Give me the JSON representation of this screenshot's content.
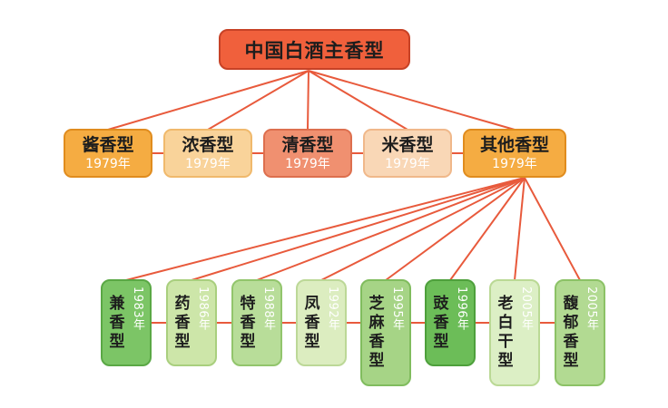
{
  "root": {
    "label": "中国白酒主香型"
  },
  "primary": [
    {
      "name": "酱香型",
      "year": "1979年",
      "fill": "#f5ac42",
      "border": "#e08c1e"
    },
    {
      "name": "浓香型",
      "year": "1979年",
      "fill": "#f9d39a",
      "border": "#f0b96c"
    },
    {
      "name": "清香型",
      "year": "1979年",
      "fill": "#f09070",
      "border": "#dd6f4e"
    },
    {
      "name": "米香型",
      "year": "1979年",
      "fill": "#f9d7b6",
      "border": "#f0b88a"
    },
    {
      "name": "其他香型",
      "year": "1979年",
      "fill": "#f5ac42",
      "border": "#e08c1e"
    }
  ],
  "secondary": [
    {
      "name": "兼香型",
      "year": "1983年",
      "fill": "#7cc566",
      "border": "#5aa845"
    },
    {
      "name": "药香型",
      "year": "1986年",
      "fill": "#cde6a9",
      "border": "#a9cf7e"
    },
    {
      "name": "特香型",
      "year": "1988年",
      "fill": "#b8dd99",
      "border": "#92c56c"
    },
    {
      "name": "凤香型",
      "year": "1992年",
      "fill": "#dcedc0",
      "border": "#bcd897"
    },
    {
      "name": "芝麻香型",
      "year": "1995年",
      "fill": "#a6d486",
      "border": "#80bc5e"
    },
    {
      "name": "豉香型",
      "year": "1996年",
      "fill": "#6cbd58",
      "border": "#4ea03c"
    },
    {
      "name": "老白干型",
      "year": "2005年",
      "fill": "#dcefc5",
      "border": "#bad995"
    },
    {
      "name": "馥郁香型",
      "year": "2005年",
      "fill": "#b2da92",
      "border": "#8cc266"
    }
  ],
  "colors": {
    "connector": "#e85a3c"
  }
}
